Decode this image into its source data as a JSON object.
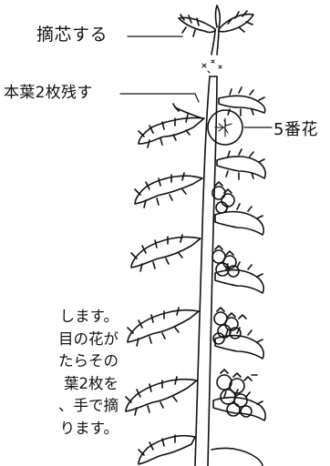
{
  "labels": {
    "topping": "摘芯する",
    "leaves_left": "本葉2枚残す",
    "fifth_flower": "5番花"
  },
  "body_text": {
    "lines": [
      "します。",
      "目の花が",
      "たらその",
      "葉2枚を",
      "、手で摘",
      "ります。"
    ]
  },
  "colors": {
    "ink": "#111111",
    "background": "#ffffff"
  }
}
